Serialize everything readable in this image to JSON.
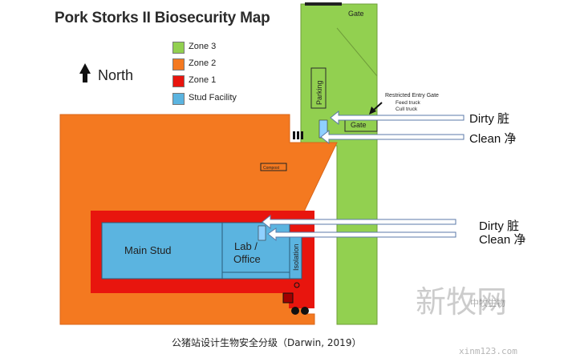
{
  "title": "Pork Storks II Biosecurity Map",
  "north_label": "North",
  "legend": [
    {
      "label": "Zone 3",
      "color": "#92d050"
    },
    {
      "label": "Zone 2",
      "color": "#f47920"
    },
    {
      "label": "Zone 1",
      "color": "#e8150e"
    },
    {
      "label": "Stud Facility",
      "color": "#5bb4e0"
    }
  ],
  "map_labels": {
    "gate_top": "Gate",
    "parking": "Parking",
    "gate_mid": "Gate",
    "compost": "Compost",
    "main_stud": "Main Stud",
    "lab_office_line1": "Lab /",
    "lab_office_line2": "Office",
    "isolation": "Isolation",
    "restricted_entry": "Restricted Entry Gate",
    "feed_truck": "Feed truck",
    "cull_truck": "Cull truck"
  },
  "flow_labels": {
    "upper_dirty": "Dirty 脏",
    "upper_clean": "Clean 净",
    "lower_dirty": "Dirty 脏",
    "lower_clean": "Clean 净"
  },
  "caption": "公猪站设计生物安全分级（Darwin, 2019）",
  "watermark": {
    "brand": "新牧网",
    "sub": "中牧生物",
    "url": "xinm123.com"
  }
}
